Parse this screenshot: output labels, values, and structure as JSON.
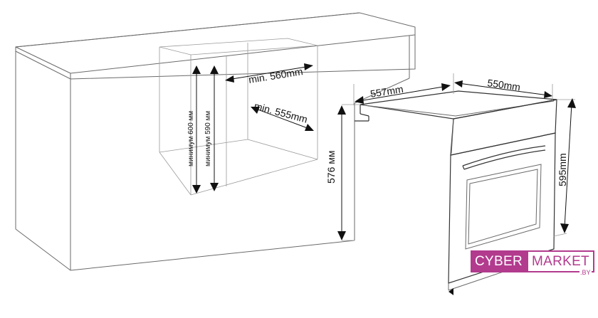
{
  "labels": {
    "min_560": "min. 560mm",
    "min_555": "min. 555mm",
    "min_600": "минимум 600 мм",
    "min_590": "минимум 590 мм",
    "d_557": "557mm",
    "d_550": "550mm",
    "d_576": "576 мм",
    "d_595": "595mm"
  },
  "logo": {
    "cyber": "CYBER",
    "market": "MARKET",
    "by": ".BY"
  },
  "colors": {
    "brand": "#b23b8e",
    "line": "#6a6a6a",
    "dimension": "#111111"
  }
}
